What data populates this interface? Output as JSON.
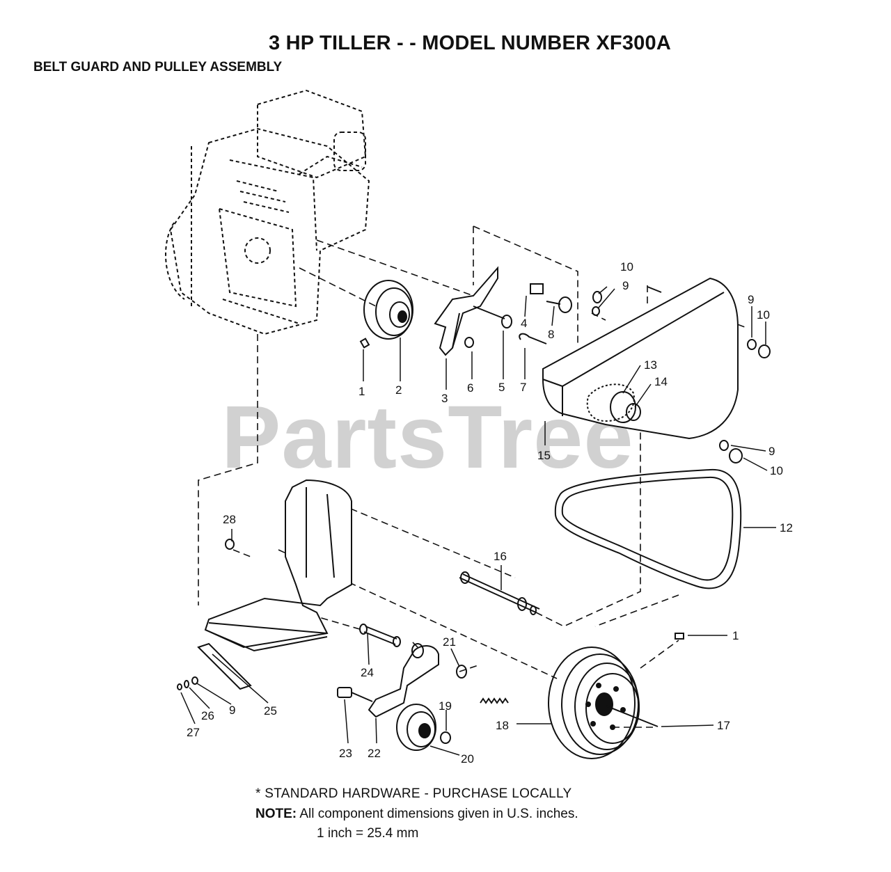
{
  "header": {
    "title": "3 HP TILLER - - MODEL NUMBER XF300A",
    "subtitle": "BELT GUARD AND PULLEY ASSEMBLY"
  },
  "watermark": {
    "text": "PartsTree",
    "mark": "TM"
  },
  "callouts": [
    "1",
    "2",
    "3",
    "4",
    "5",
    "6",
    "7",
    "8",
    "9",
    "10",
    "9",
    "10",
    "9",
    "10",
    "13",
    "14",
    "15",
    "9",
    "10",
    "12",
    "28",
    "16",
    "1",
    "21",
    "24",
    "25",
    "9",
    "26",
    "27",
    "23",
    "22",
    "19",
    "20",
    "18",
    "17"
  ],
  "footer": {
    "standard_hardware": "*  STANDARD HARDWARE - PURCHASE LOCALLY",
    "note_label": "NOTE:",
    "note_text": "All component dimensions given in U.S. inches.",
    "conversion": "1 inch = 25.4 mm"
  }
}
